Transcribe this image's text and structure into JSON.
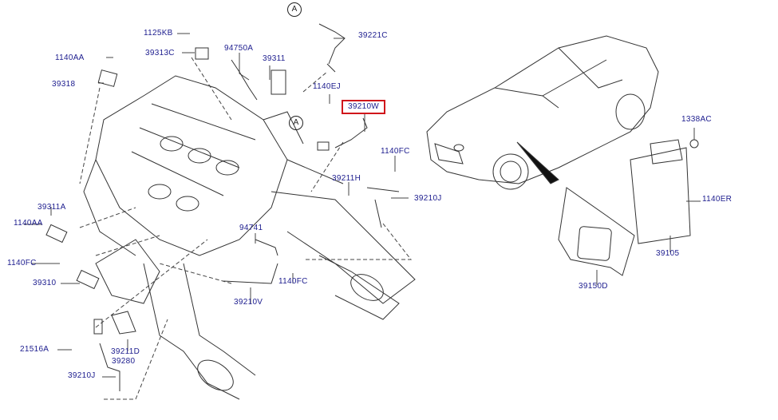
{
  "diagram": {
    "ref_marks": [
      "A",
      "A"
    ],
    "highlighted_part": "39210W",
    "highlight_color": "#d0161b",
    "label_color": "#1c1c8e",
    "parts": {
      "p1125KB": "1125KB",
      "p94750A": "94750A",
      "p39221C": "39221C",
      "p1140AA_top": "1140AA",
      "p39313C": "39313C",
      "p39311": "39311",
      "p39318": "39318",
      "p1140EJ": "1140EJ",
      "p39210W": "39210W",
      "p1140FC_right": "1140FC",
      "p39211H": "39211H",
      "p39210J_right": "39210J",
      "p1338AC": "1338AC",
      "p39311A": "39311A",
      "p1140AA_left": "1140AA",
      "p94741": "94741",
      "p1140ER": "1140ER",
      "p1140FC_left": "1140FC",
      "p1140FC_mid": "1140FC",
      "p39105": "39105",
      "p39310": "39310",
      "p39210V": "39210V",
      "p39150D": "39150D",
      "p21516A": "21516A",
      "p39211D": "39211D",
      "p39280": "39280",
      "p39210J_bottom": "39210J"
    }
  }
}
